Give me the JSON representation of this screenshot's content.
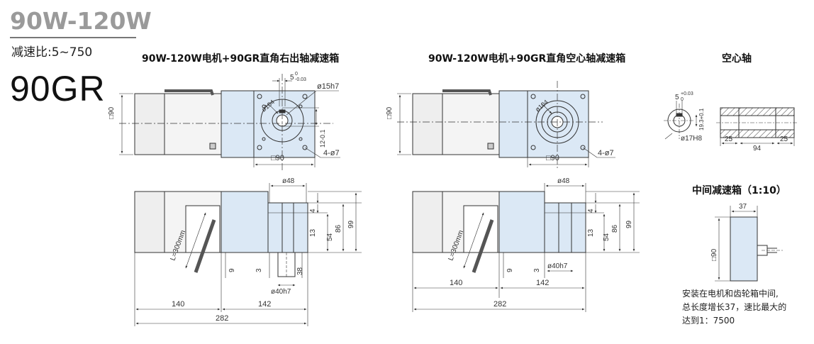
{
  "header": {
    "series": "90W-120W",
    "ratio": "减速比:5~750",
    "model": "90GR"
  },
  "views": {
    "right_shaft_title": "90W-120W电机+90GR直角右出轴减速箱",
    "hollow_shaft_title": "90W-120W电机+90GR直角空心轴减速箱",
    "hollow_detail_title": "空心轴",
    "intermediate_title": "中间减速箱（1:10）"
  },
  "intermediate_note": {
    "line1": "安装在电机和齿轮箱中间,",
    "line2": "总长度增长37，速比最大的",
    "line3": "达到1：7500"
  },
  "dims": {
    "sq90": "□90",
    "side90": "□90",
    "key_width": "5",
    "key_tol_top": "0",
    "key_tol_bot": "-0.03",
    "shaft_dia": "ø15h7",
    "pcd": "ø104",
    "key_depth": "12",
    "key_depth_tol": "0\n-0.1",
    "key_depth_label": "12-0.1",
    "holes": "4-ø7",
    "pilot": "ø48",
    "d4": "4",
    "d13": "13",
    "d54": "54",
    "d86": "86",
    "d99": "99",
    "d9": "9",
    "d3": "3",
    "d38": "38",
    "boss": "ø40h7",
    "cable": "L=300mm",
    "len140": "140",
    "len142": "142",
    "len282": "282",
    "hs_key": "5",
    "hs_key_tol_top": "+0.03",
    "hs_key_tol_bot": "0",
    "hs_depth": "19.3",
    "hs_depth_tol": "+0.1\n0",
    "hs_depth_label": "19.3+0.1",
    "hs_bore": "ø17H8",
    "hs_l1": "25",
    "hs_l2": "94",
    "hs_l3": "25",
    "int_len": "37",
    "int_sq": "□90"
  },
  "colors": {
    "line": "#333333",
    "gearbox_fill": "#dbe8f5",
    "motor_fill": "#eeeeee",
    "cable_fill": "#555555"
  }
}
